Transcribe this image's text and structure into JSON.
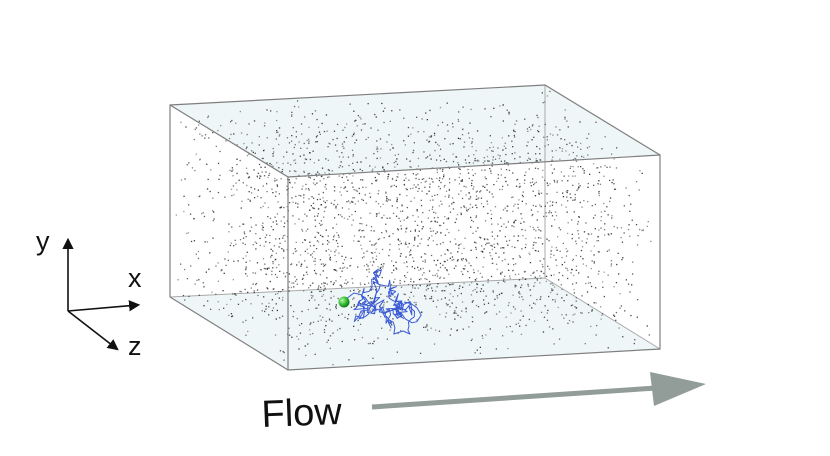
{
  "axes": {
    "y_label": "y",
    "x_label": "x",
    "z_label": "z"
  },
  "flow": {
    "label": "Flow"
  },
  "colors": {
    "box_edge": "#8a8a8a",
    "box_fill": "#eaf3f5",
    "particles": "#2a2a2a",
    "polymer": "#3b5bd6",
    "bead": "#39c43a",
    "flow_arrow": "#929c99",
    "axis_arrows": "#111111"
  }
}
